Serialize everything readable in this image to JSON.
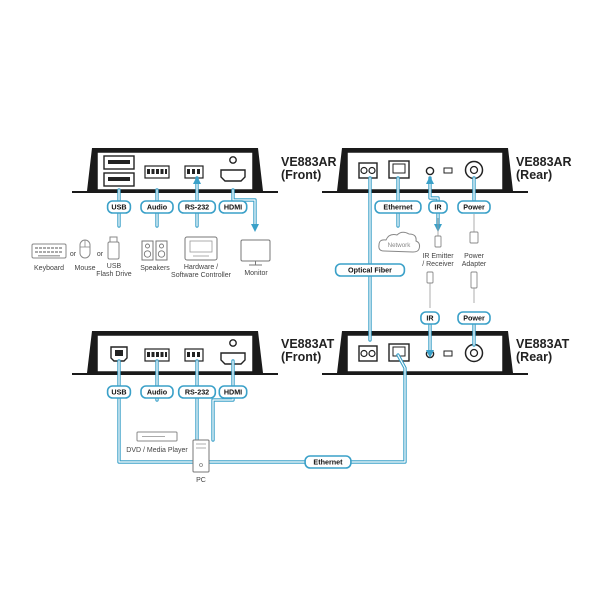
{
  "devices": {
    "ar_front": "VE883AR\n(Front)",
    "ar_rear": "VE883AR\n(Rear)",
    "at_front": "VE883AT\n(Front)",
    "at_rear": "VE883AT\n(Rear)"
  },
  "ports": {
    "usb": "USB",
    "audio": "Audio",
    "rs232": "RS-232",
    "hdmi": "HDMI",
    "ethernet": "Ethernet",
    "ir": "IR",
    "power": "Power",
    "optical": "Optical Fiber"
  },
  "devices_ext": {
    "keyboard": "Keyboard",
    "mouse": "Mouse",
    "or": "or",
    "usb_flash": "USB\nFlash Drive",
    "speakers": "Speakers",
    "controller": "Hardware /\nSoftware Controller",
    "monitor": "Monitor",
    "network": "Network",
    "ir_emitter": "IR Emitter\n/ Receiver",
    "power_adapter": "Power\nAdapter",
    "dvd": "DVD / Media Player",
    "pc": "PC"
  },
  "colors": {
    "line": "#3aa0c8",
    "device": "#1a1a1a",
    "gray": "#888888"
  }
}
